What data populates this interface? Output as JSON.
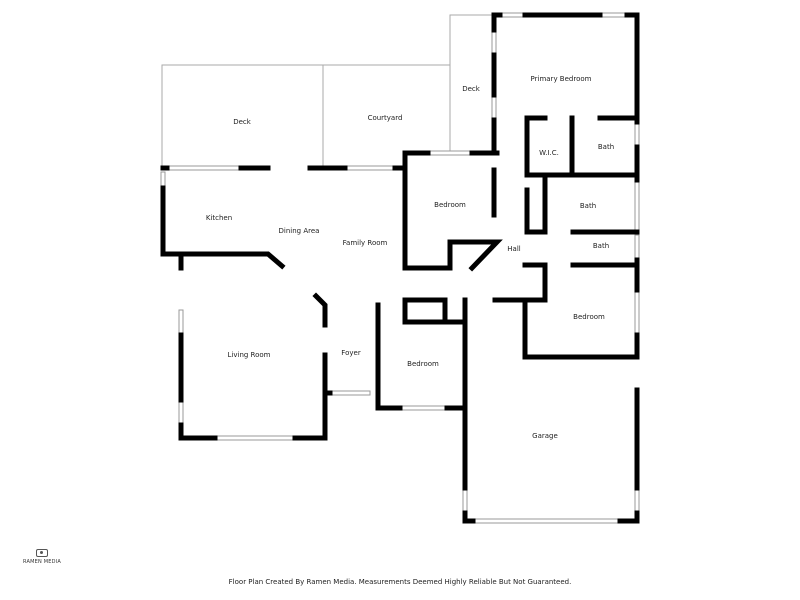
{
  "rooms": {
    "deck_left": "Deck",
    "courtyard": "Courtyard",
    "deck_right": "Deck",
    "primary_bedroom": "Primary Bedroom",
    "wic": "W.I.C.",
    "bath_primary": "Bath",
    "bedroom_upper": "Bedroom",
    "bath_middle": "Bath",
    "kitchen": "Kitchen",
    "dining_area": "Dining Area",
    "family_room": "Family Room",
    "hall": "Hall",
    "bath_small": "Bath",
    "bedroom_right": "Bedroom",
    "living_room": "Living Room",
    "foyer": "Foyer",
    "bedroom_lower": "Bedroom",
    "garage": "Garage"
  },
  "logo": "RAMEN MEDIA",
  "footer": "Floor Plan Created By Ramen Media. Measurements Deemed Highly Reliable But Not Guaranteed."
}
